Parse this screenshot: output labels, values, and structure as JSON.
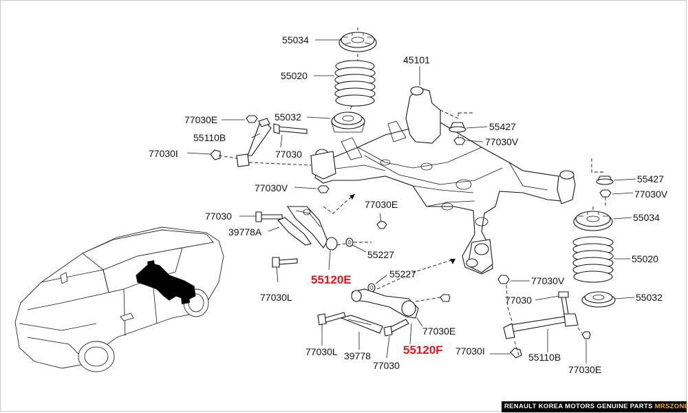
{
  "labels": {
    "p55034_top": "55034",
    "p55020_top": "55020",
    "p45101": "45101",
    "p77030E_left": "77030E",
    "p55032_top": "55032",
    "p55110B_left": "55110B",
    "p77030_upper": "77030",
    "p77030I_left": "77030I",
    "p55427_upper": "55427",
    "p77030V_upper": "77030V",
    "p77030V_left": "77030V",
    "p55427_right": "55427",
    "p77030V_right": "77030V",
    "p77030_mid": "77030",
    "p77030E_mid": "77030E",
    "p39778A": "39778A",
    "p55227_mid": "55227",
    "p55034_right": "55034",
    "p55020_right": "55020",
    "p55120E": "55120E",
    "p55227_low": "55227",
    "p77030L_left": "77030L",
    "p77030V_low": "77030V",
    "p77030_right": "77030",
    "p55032_right": "55032",
    "p77030E_low": "77030E",
    "p77030L_low": "77030L",
    "p39778": "39778",
    "p55120F": "55120F",
    "p77030I_low": "77030I",
    "p55110B_right": "55110B",
    "p77030_bottom": "77030",
    "p77030E_bottom": "77030E"
  },
  "banner": {
    "text": "RENAULT KOREA MOTORS GENUINE PARTS ",
    "accent": "MRSZONE"
  },
  "colors": {
    "highlight": "#e8141c",
    "banner_bg": "#000000",
    "accent": "#f2b01e"
  }
}
